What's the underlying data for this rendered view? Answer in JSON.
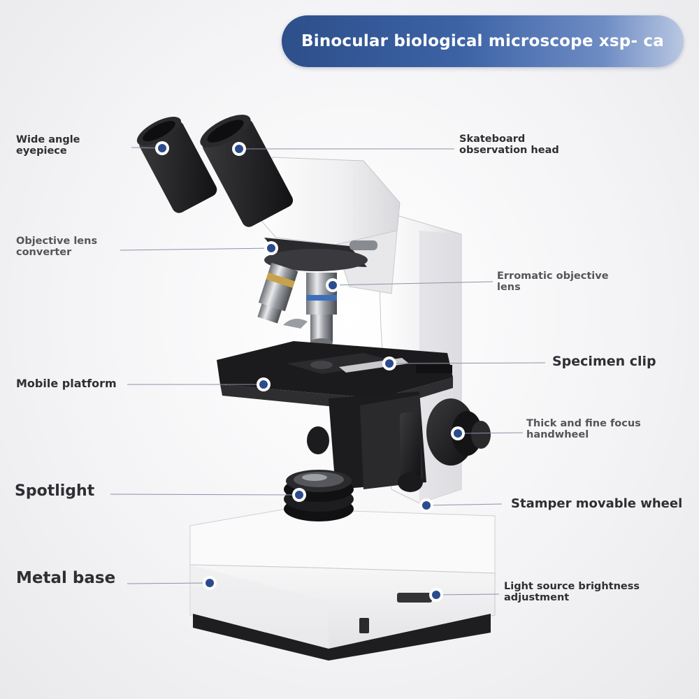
{
  "title": "Binocular biological microscope xsp- ca",
  "labels": {
    "wide_angle_eyepiece": "Wide angle\neyepiece",
    "skateboard_observation_head": "Skateboard\nobservation head",
    "objective_lens_converter": "Objective lens\nconverter",
    "erromatic_objective_lens": "Erromatic objective\nlens",
    "specimen_clip": "Specimen clip",
    "mobile_platform": "Mobile platform",
    "thick_fine_focus_handwheel": "Thick and fine focus\nhandwheel",
    "spotlight": "Spotlight",
    "stamper_movable_wheel": "Stamper movable wheel",
    "metal_base": "Metal base",
    "light_source_brightness_adjustment": "Light source brightness\nadjustment"
  },
  "colors": {
    "title_pill": "#3d63a6",
    "leader_line": "#8a93a8",
    "marker_fill": "#2b4c8c",
    "marker_ring": "#ffffff",
    "body_white": "#f2f2f2",
    "body_black": "#1c1c1e"
  }
}
